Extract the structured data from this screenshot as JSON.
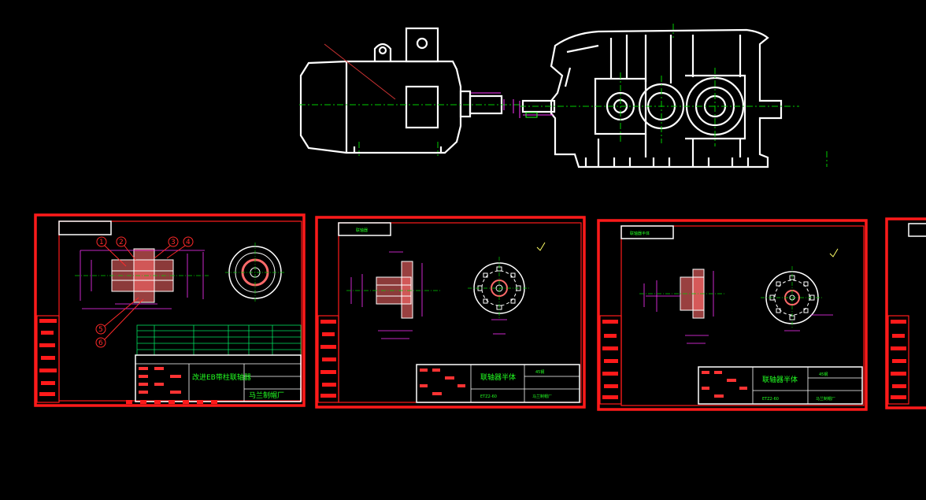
{
  "drawing": {
    "colors": {
      "background": "#000000",
      "outline": "#ffffff",
      "frame": "#ff1a1a",
      "centerline": "#00cc00",
      "dimension": "#ff33ff",
      "hatch": "#ff6a6a",
      "annotation": "#22ff22",
      "table": "#00e060",
      "leader": "#cc3333"
    },
    "sheets": [
      {
        "title_block_name": "改进EB带柱联轴器",
        "title_block_company": "马兰制帽厂",
        "balloons": [
          "1",
          "2",
          "3",
          "4",
          "5",
          "6"
        ]
      },
      {
        "tab": "联轴器",
        "title_block_name": "联轴器半体",
        "title_block_code": "ETZ2-60",
        "title_block_material": "45钢",
        "title_block_company": "马兰制帽厂"
      },
      {
        "tab": "联轴器半体",
        "title_block_name": "联轴器半体",
        "title_block_code": "ETZ2-60",
        "title_block_material": "45钢",
        "title_block_company": "马兰制帽厂"
      },
      {}
    ]
  }
}
